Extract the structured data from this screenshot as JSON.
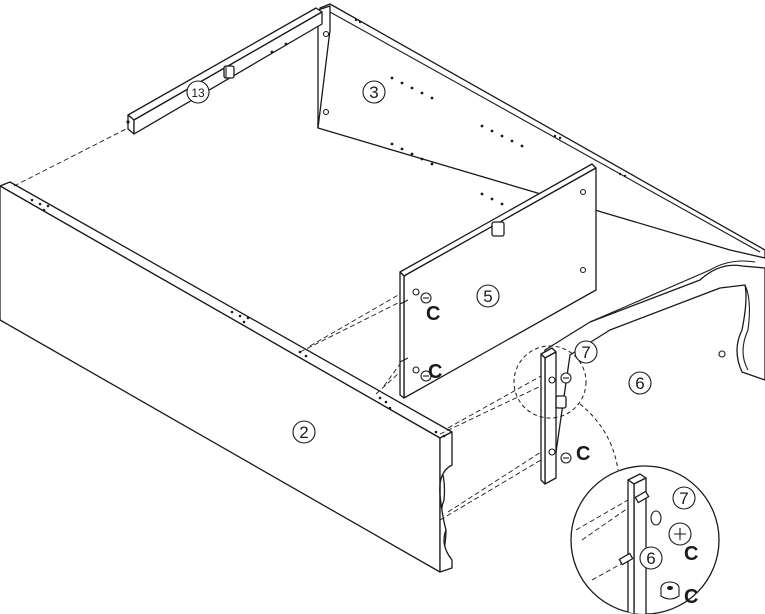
{
  "labels": {
    "part_13": "13",
    "part_3": "3",
    "part_5": "5",
    "part_2": "2",
    "part_6": "6",
    "part_7": "7",
    "detail_part_7": "7",
    "detail_part_6": "6",
    "cam_c": "C"
  },
  "colors": {
    "line": "#1a1a1a",
    "background": "#ffffff"
  }
}
